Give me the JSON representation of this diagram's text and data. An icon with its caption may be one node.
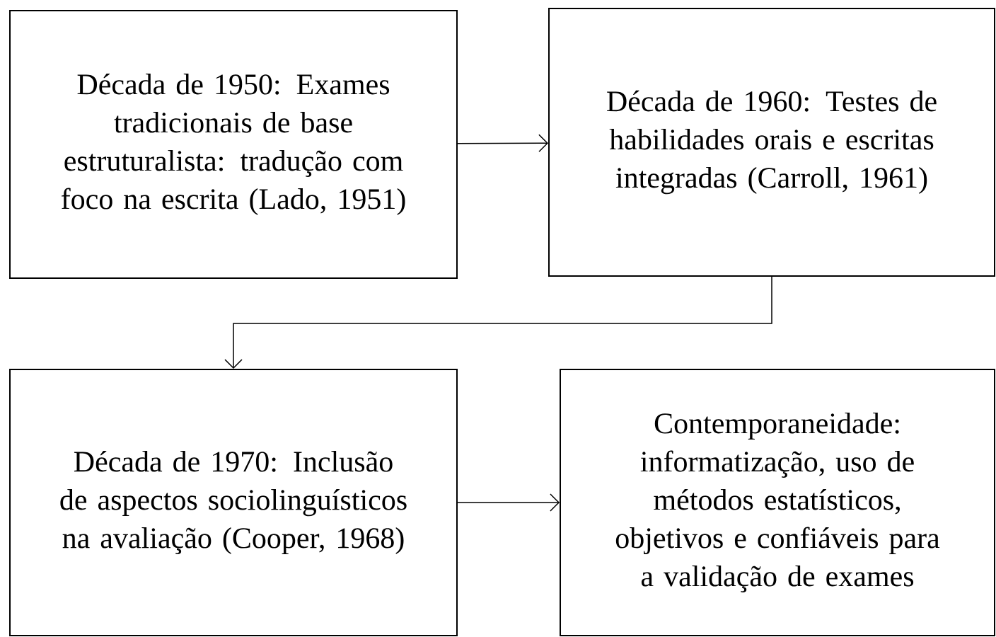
{
  "diagram": {
    "nodes": [
      {
        "text": [
          "Década de 1950: Exames tradicionais de base estruturalista: tradução com foco na escrita (Lado, 1951)"
        ]
      },
      {
        "text": [
          "Década de 1960: Testes de habilidades orais e escritas integradas (Carroll, 1961)"
        ]
      },
      {
        "text": [
          "Década de 1970: Inclusão de aspectos sociolinguísticos na avaliação (Cooper, 1968)"
        ]
      },
      {
        "text": [
          "Contemporaneidade: informatização, uso de métodos estatísticos, objetivos e confiáveis para a validação de exames"
        ]
      }
    ],
    "edges": [
      {
        "from": 0,
        "to": 1,
        "arrow": "to"
      },
      {
        "from": 1,
        "to": 2,
        "arrow": "to"
      },
      {
        "from": 2,
        "to": 3,
        "arrow": "to"
      }
    ]
  }
}
